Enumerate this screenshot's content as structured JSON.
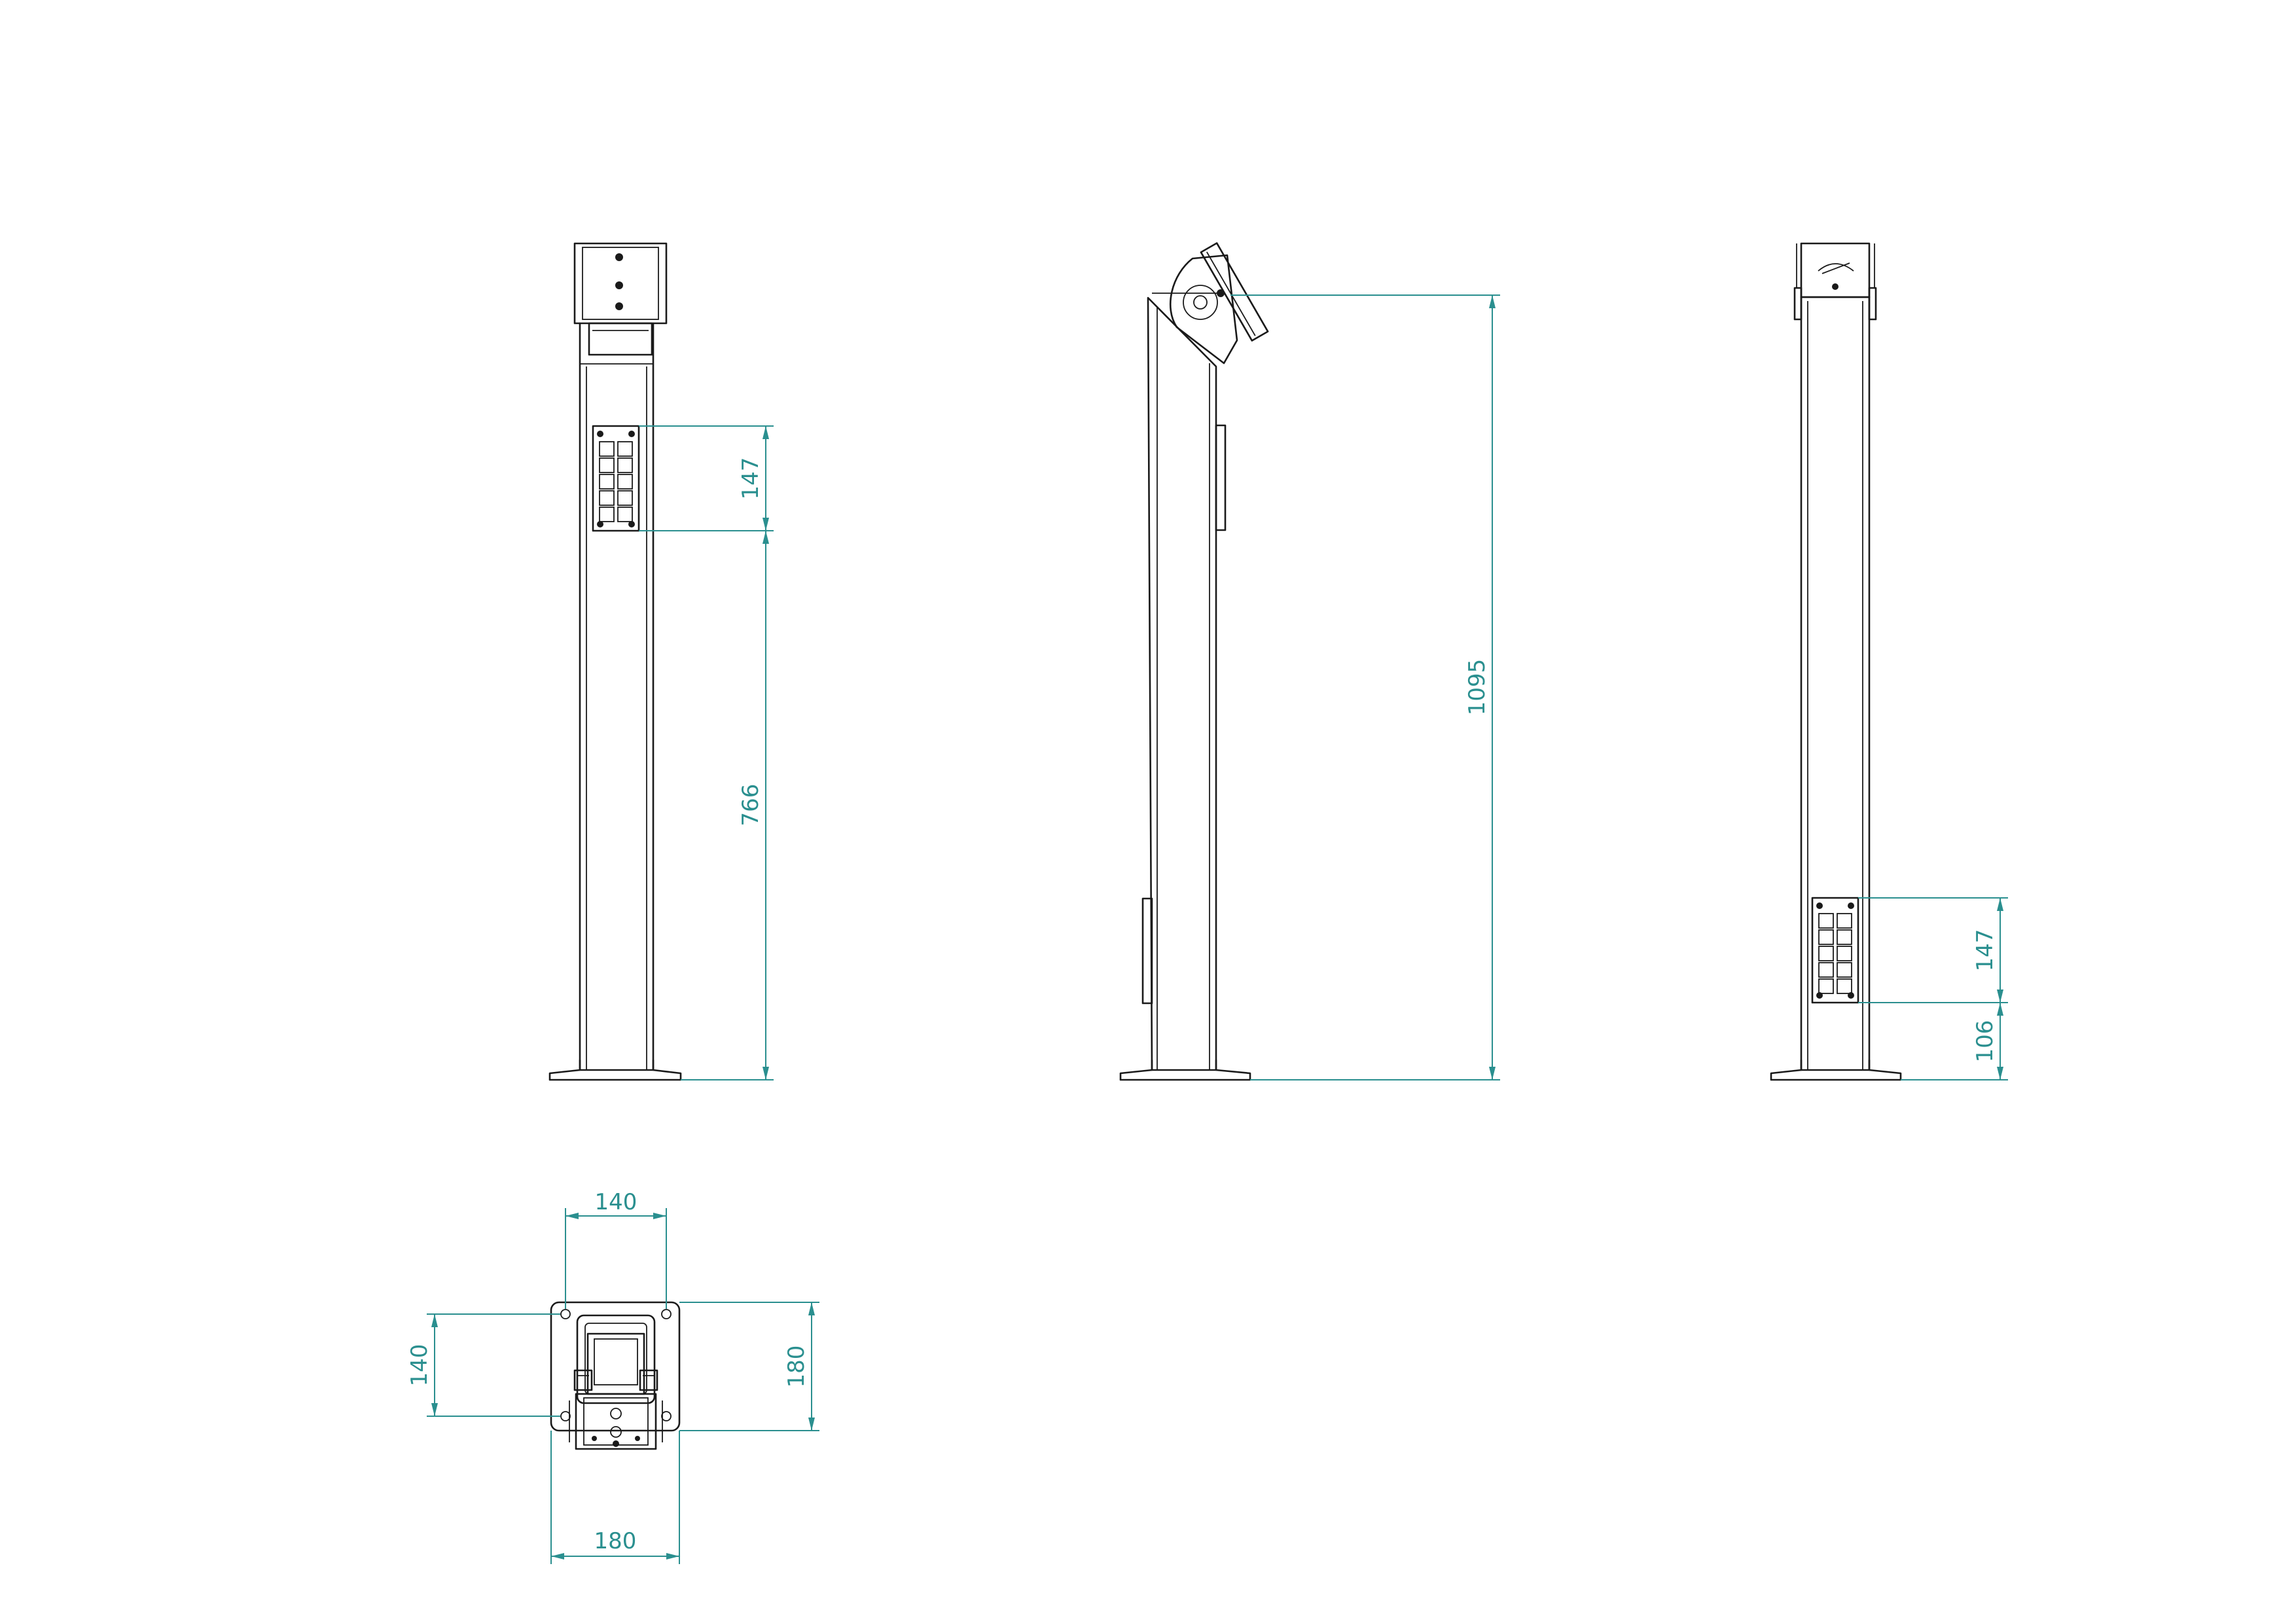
{
  "colors": {
    "dimension": "#2a8f8f",
    "outline": "#1a1a1a",
    "background": "#ffffff"
  },
  "dimensions": {
    "front_module_height": "147",
    "front_module_base_height": "766",
    "side_total_height": "1095",
    "back_module_height": "147",
    "back_module_base_height": "106",
    "top_hole_spacing_x": "140",
    "top_hole_spacing_y": "140",
    "top_plate_height": "180",
    "top_plate_width": "180"
  }
}
